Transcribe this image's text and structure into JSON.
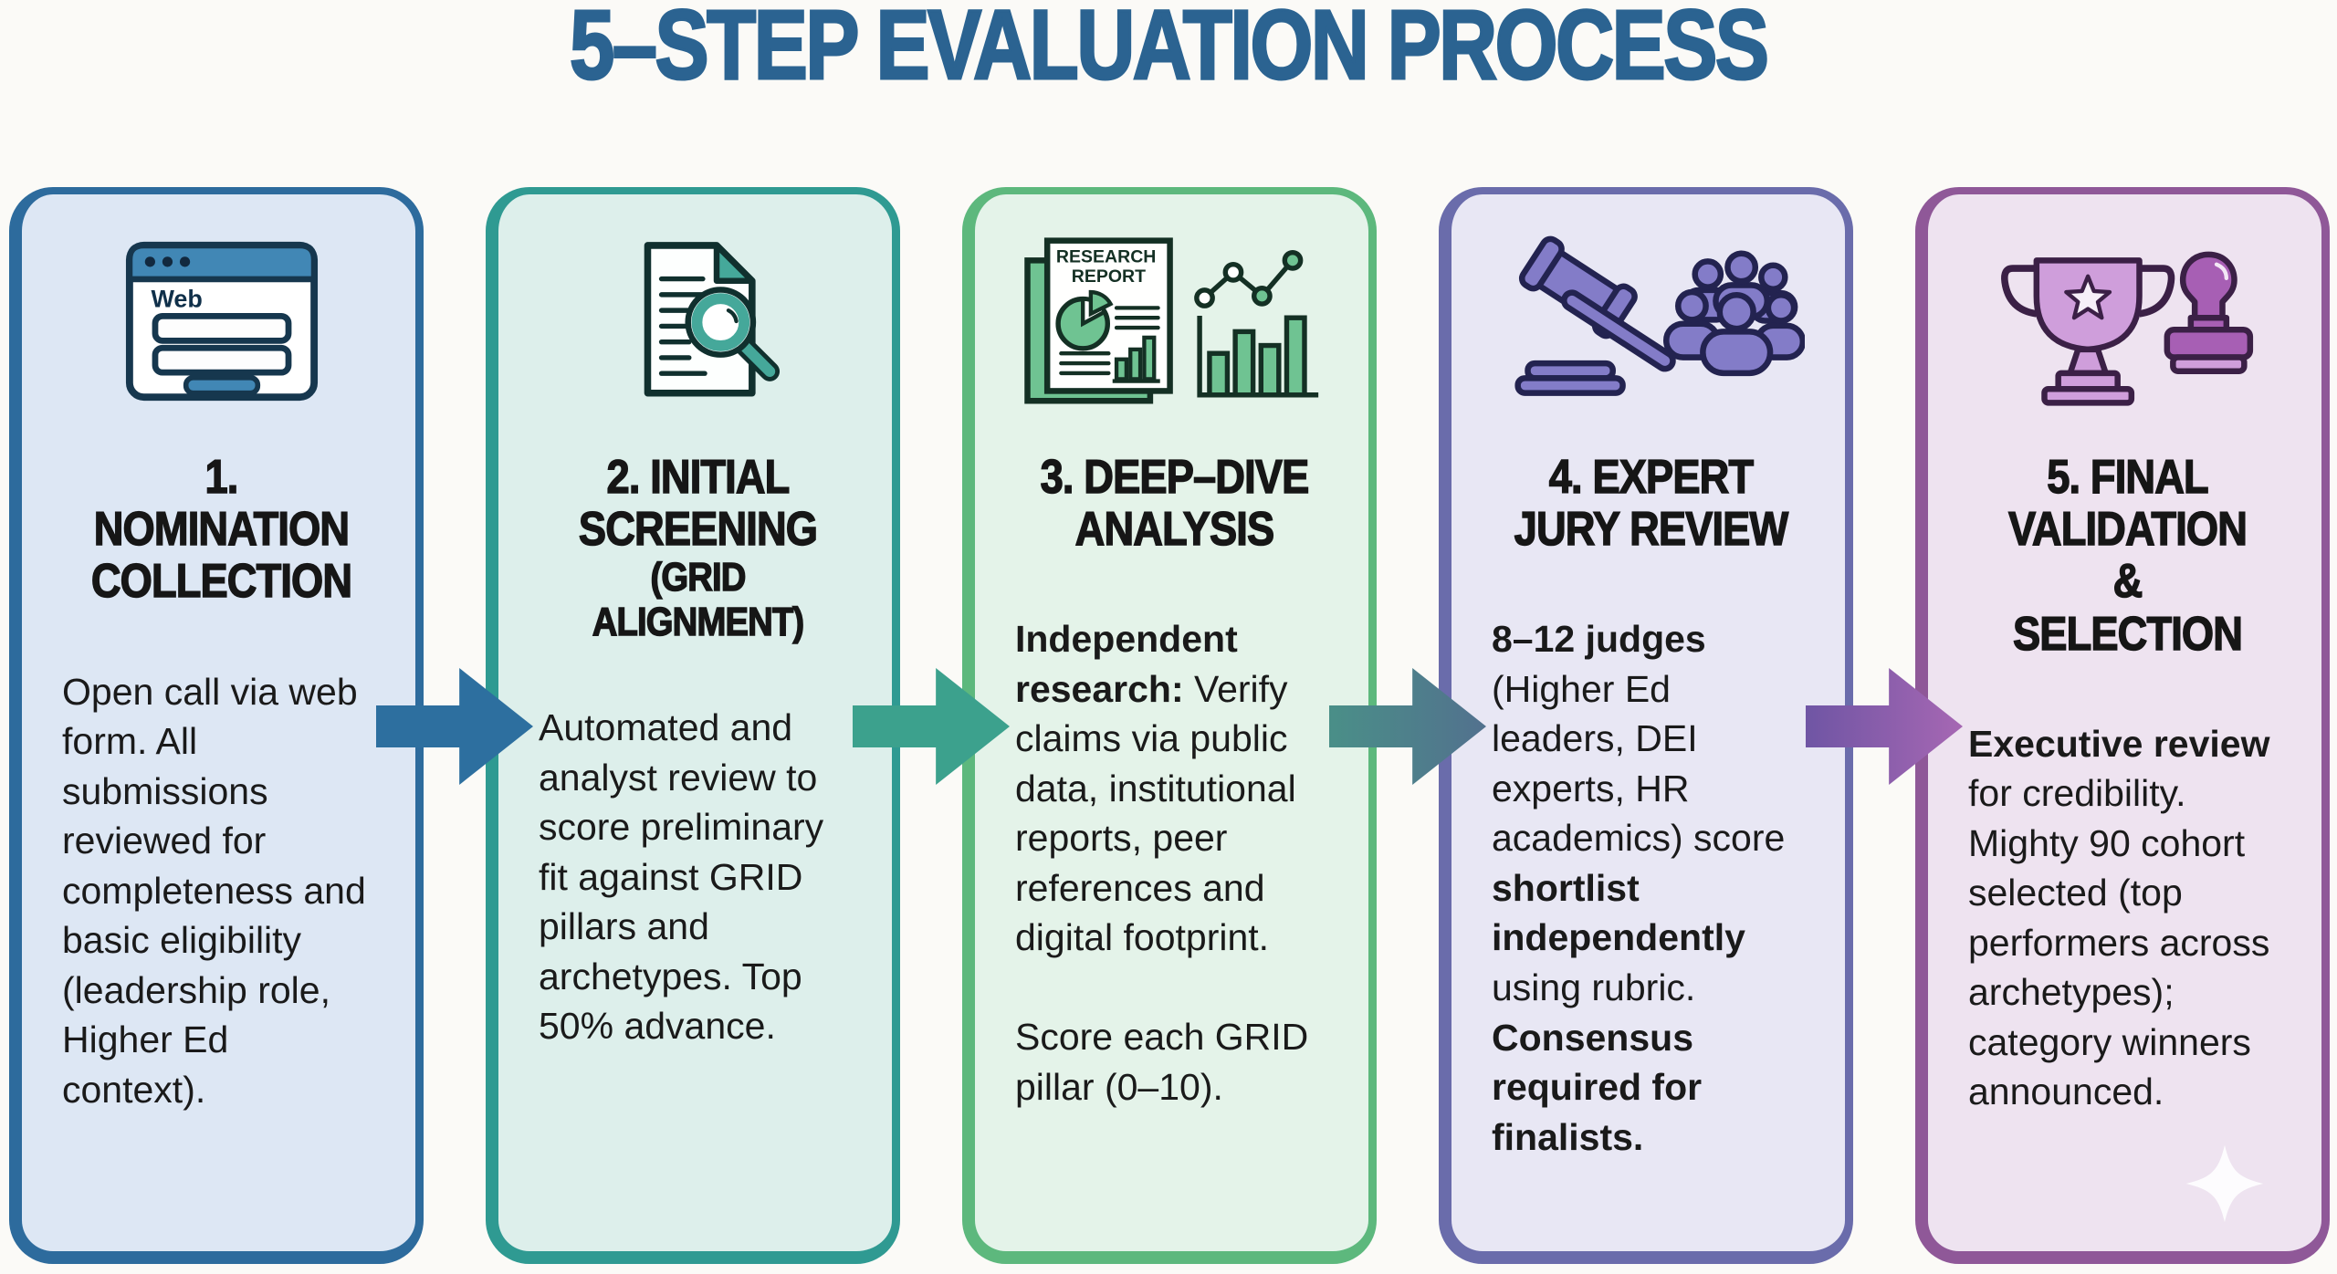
{
  "title": "5–STEP EVALUATION PROCESS",
  "title_color": "#2b6391",
  "background": "#fbfaf7",
  "cards": [
    {
      "step": 1,
      "accent": "#2d6b9d",
      "bg": "#dde7f4",
      "icon": "web-form-browser-icon",
      "icon_label": "Web",
      "title": "1. NOMINATION\nCOLLECTION",
      "subtitle": "",
      "body": [
        [
          {
            "t": "Open call via web form. All submissions reviewed for completeness and basic eligibility (leadership role, Higher Ed context).",
            "b": false
          }
        ]
      ]
    },
    {
      "step": 2,
      "accent": "#2f9a92",
      "bg": "#ddefeb",
      "icon": "document-magnifier-icon",
      "icon_label": "",
      "title": "2. INITIAL\nSCREENING",
      "subtitle": "(GRID ALIGNMENT)",
      "body": [
        [
          {
            "t": "Automated and analyst review to score preliminary fit against GRID pillars and archetypes. Top 50% advance.",
            "b": false
          }
        ]
      ]
    },
    {
      "step": 3,
      "accent": "#5db87d",
      "bg": "#e4f3e9",
      "icon": "research-report-charts-icon",
      "icon_label_line1": "RESEARCH",
      "icon_label_line2": "REPORT",
      "title": "3. DEEP–DIVE\nANALYSIS",
      "subtitle": "",
      "body": [
        [
          {
            "t": "Independent research:",
            "b": true
          },
          {
            "t": " Verify claims via public data, institutional reports, peer references and digital footprint.",
            "b": false
          }
        ],
        [
          {
            "t": "Score each GRID pillar (0–10).",
            "b": false
          }
        ]
      ]
    },
    {
      "step": 4,
      "accent": "#6a6cab",
      "bg": "#e8e7f4",
      "icon": "gavel-jury-icon",
      "icon_label": "",
      "title": "4. EXPERT\nJURY REVIEW",
      "subtitle": "",
      "body": [
        [
          {
            "t": "8–12 judges",
            "b": true
          },
          {
            "t": " (Higher Ed leaders, DEI experts, HR academics) score ",
            "b": false
          },
          {
            "t": "shortlist independently",
            "b": true
          },
          {
            "t": " using rubric. ",
            "b": false
          },
          {
            "t": "Consensus required for finalists.",
            "b": true
          }
        ]
      ]
    },
    {
      "step": 5,
      "accent": "#8f5898",
      "bg": "#eee3f0",
      "icon": "trophy-stamp-icon",
      "icon_label": "",
      "title": "5. FINAL\nVALIDATION &\nSELECTION",
      "subtitle": "",
      "body": [
        [
          {
            "t": "Executive review",
            "b": true
          },
          {
            "t": " for credibility. Mighty 90 cohort selected (top performers across archetypes); category winners announced.",
            "b": false
          }
        ]
      ]
    }
  ],
  "arrows": [
    {
      "between": "1-2",
      "color": "#2d6f9f"
    },
    {
      "between": "2-3",
      "color": "#3ca18d"
    },
    {
      "between": "3-4",
      "color": "#4e7b8c"
    },
    {
      "between": "4-5",
      "color": "#7e58a8"
    }
  ]
}
